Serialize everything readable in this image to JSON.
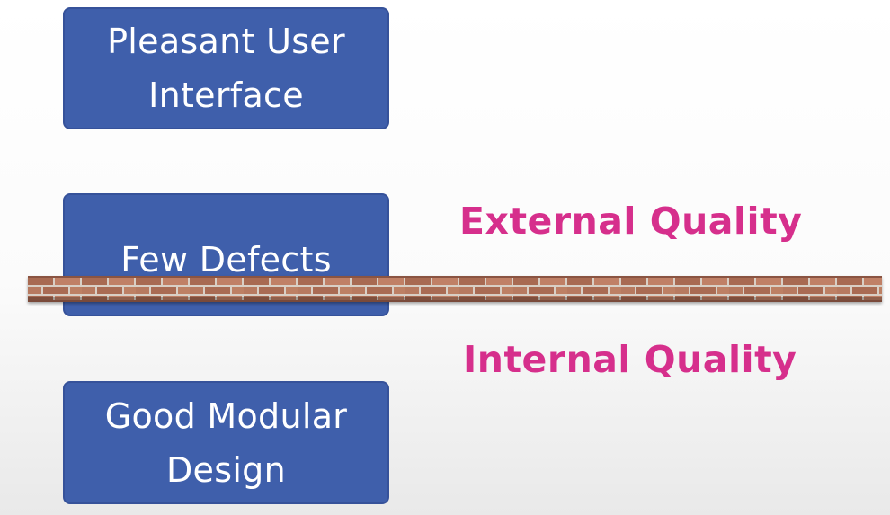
{
  "boxes": {
    "ui": "Pleasant User Interface",
    "defects": "Few Defects",
    "design": "Good Modular Design"
  },
  "labels": {
    "external": "External Quality",
    "internal": "Internal Quality"
  },
  "colors": {
    "box_fill": "#3f5fab",
    "label_text": "#d62f8c",
    "wall": "#b0735a"
  }
}
